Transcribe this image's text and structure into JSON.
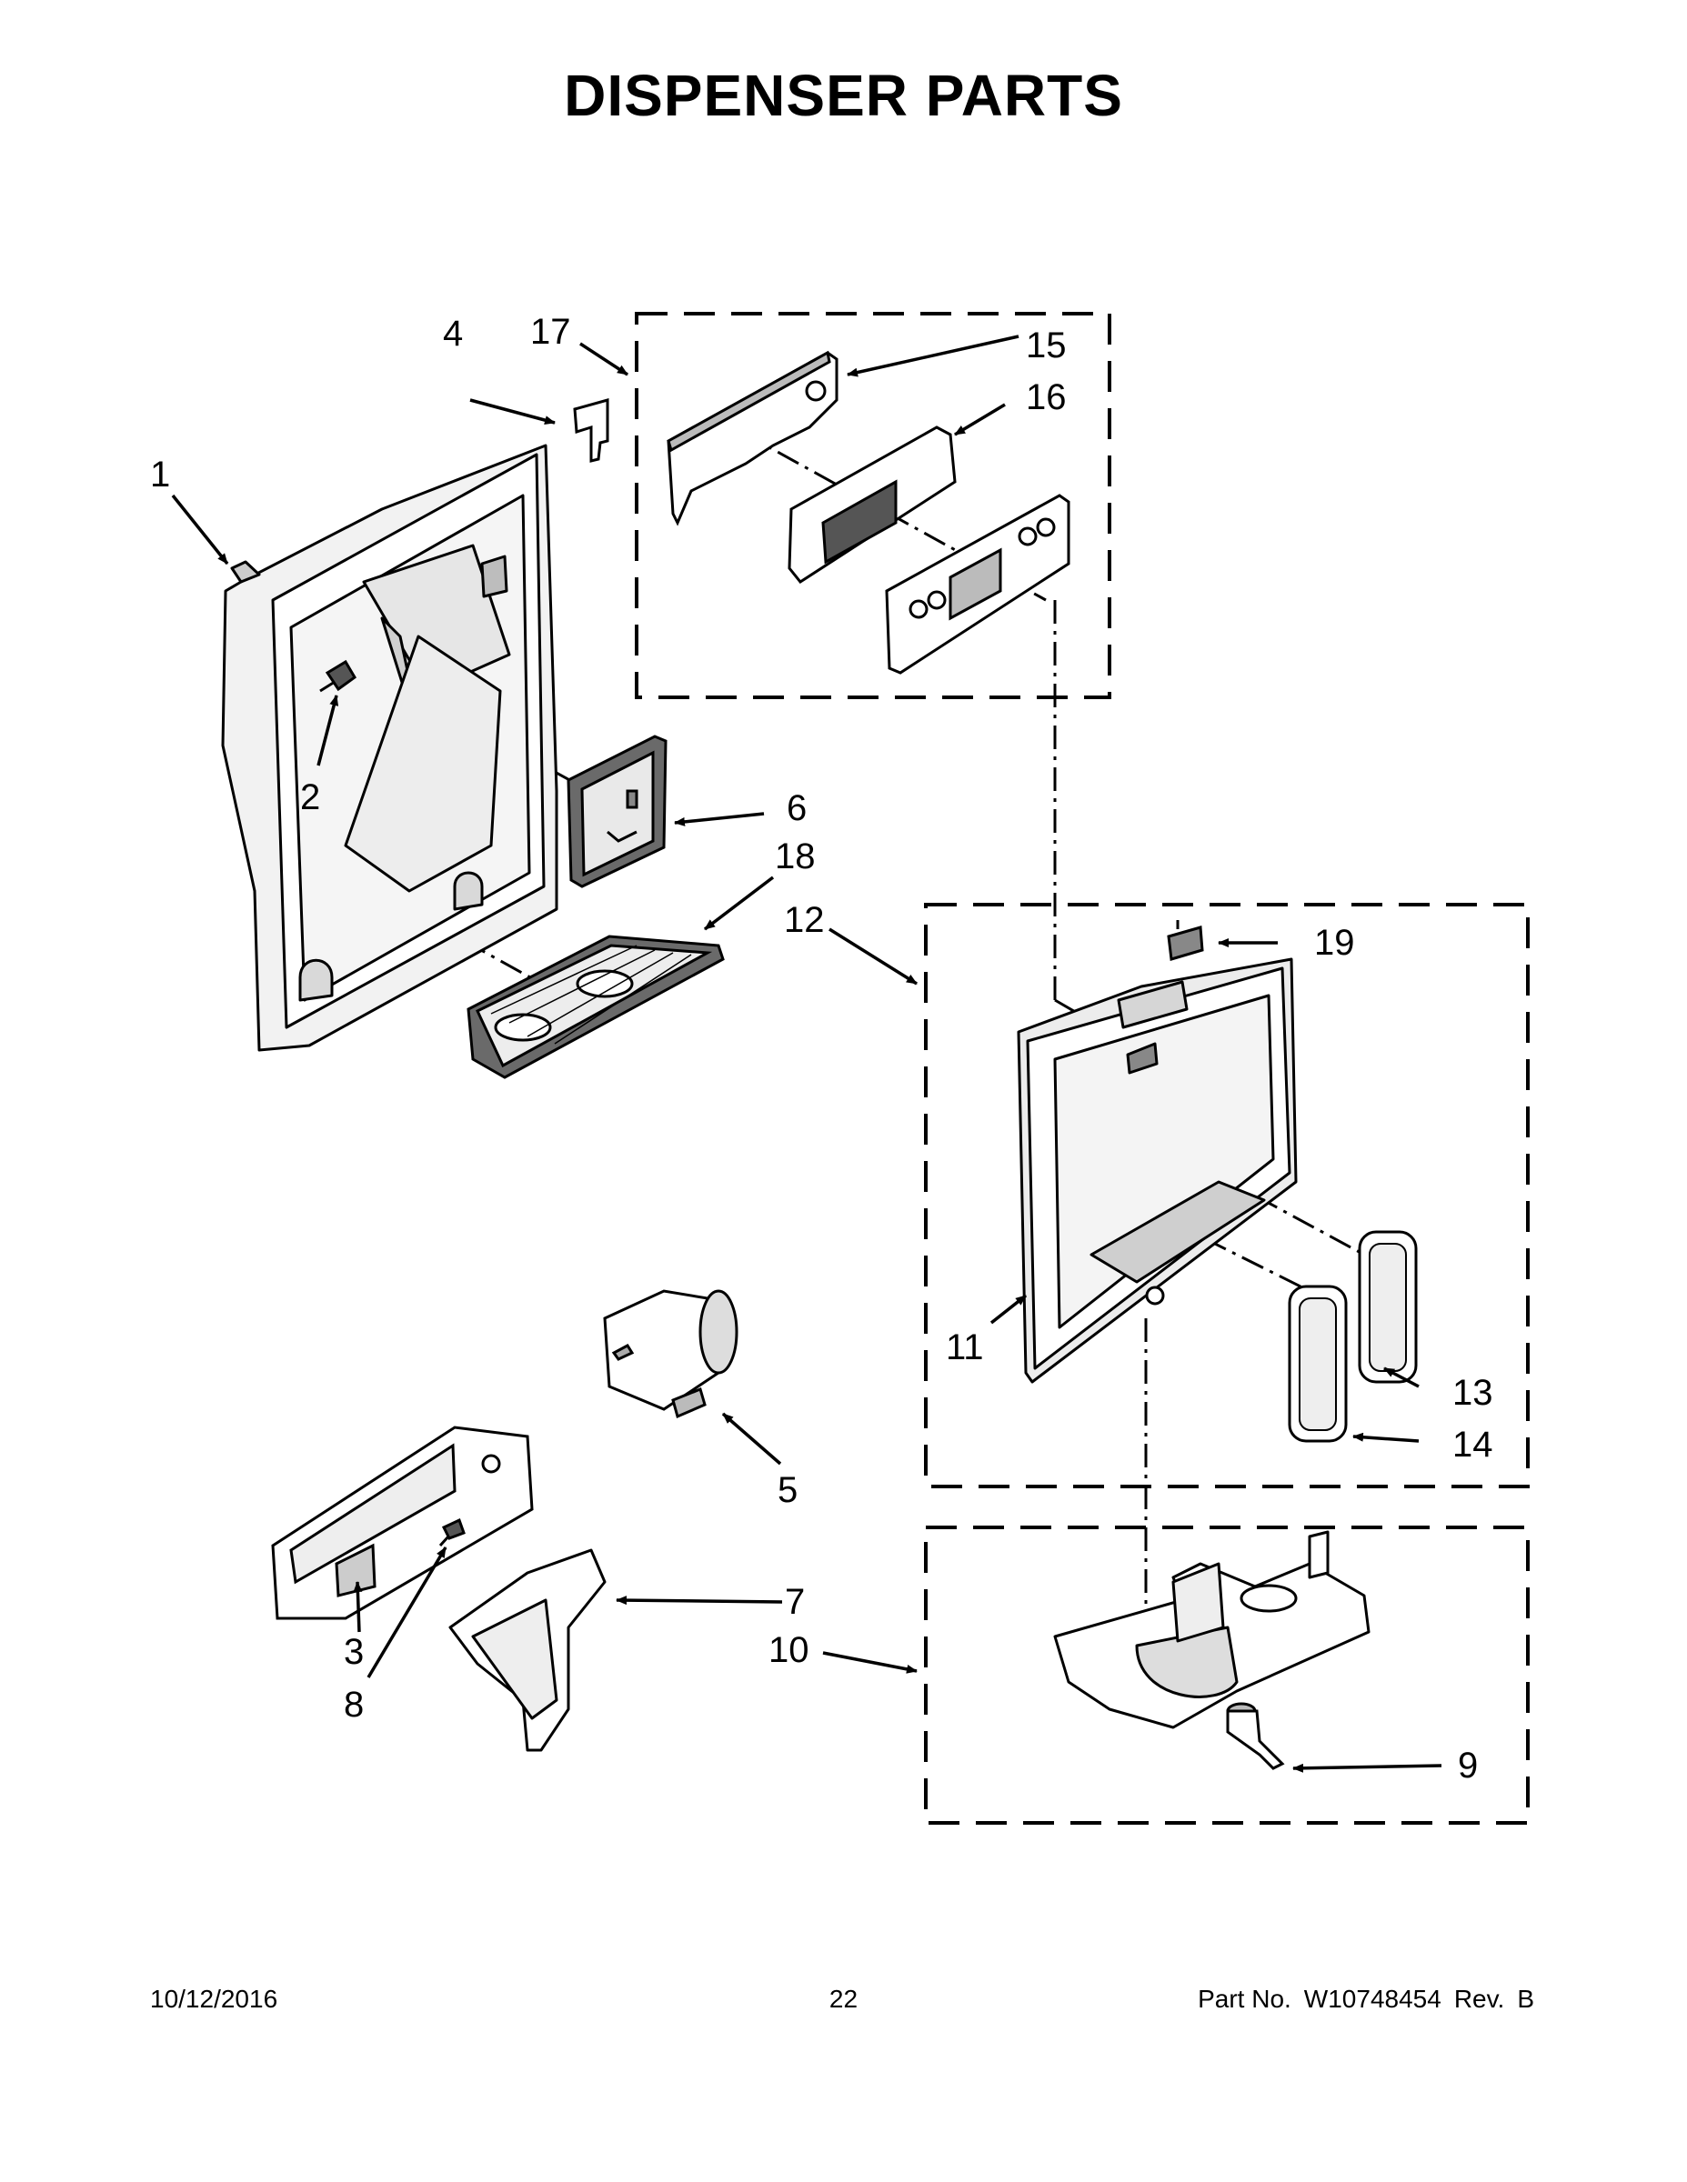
{
  "page": {
    "title": "DISPENSER PARTS",
    "footer": {
      "date": "10/12/2016",
      "page_number": "22",
      "part_label": "Part No.",
      "part_number": "W10748454",
      "rev_label": "Rev.",
      "rev_value": "B"
    }
  },
  "callouts": {
    "c1": "1",
    "c2": "2",
    "c3": "3",
    "c4": "4",
    "c5": "5",
    "c6": "6",
    "c7": "7",
    "c8": "8",
    "c9": "9",
    "c10": "10",
    "c11": "11",
    "c12": "12",
    "c13": "13",
    "c14": "14",
    "c15": "15",
    "c16": "16",
    "c17": "17",
    "c18": "18",
    "c19": "19"
  }
}
